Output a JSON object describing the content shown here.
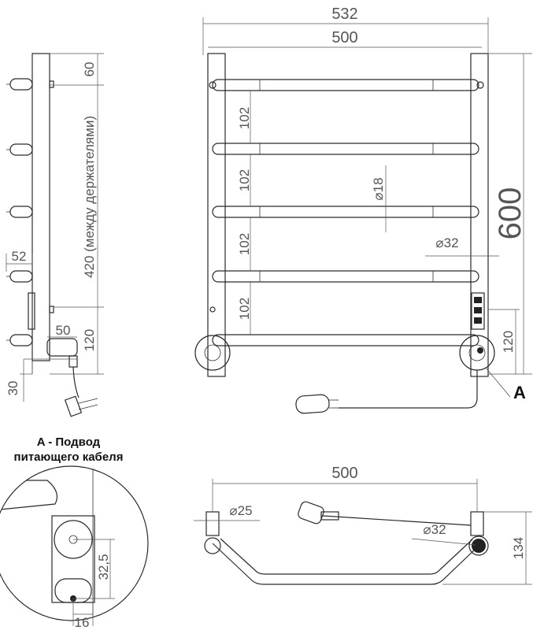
{
  "side_view": {
    "dim_60": "60",
    "dim_420": "420 (между держателями)",
    "dim_52": "52",
    "dim_50": "50",
    "dim_120": "120",
    "dim_30": "30"
  },
  "front_view": {
    "dim_532": "532",
    "dim_500": "500",
    "dim_600": "600",
    "dim_102": [
      "102",
      "102",
      "102",
      "102"
    ],
    "dim_d18": "⌀18",
    "dim_d32": "⌀32",
    "dim_120": "120",
    "callout_letter": "A"
  },
  "detail_a": {
    "title_line1": "A - Подвод",
    "title_line2": "питающего кабеля",
    "dim_32_5": "32,5",
    "dim_16": "16"
  },
  "top_view": {
    "dim_500": "500",
    "dim_d25": "⌀25",
    "dim_d32": "⌀32",
    "dim_134": "134"
  }
}
